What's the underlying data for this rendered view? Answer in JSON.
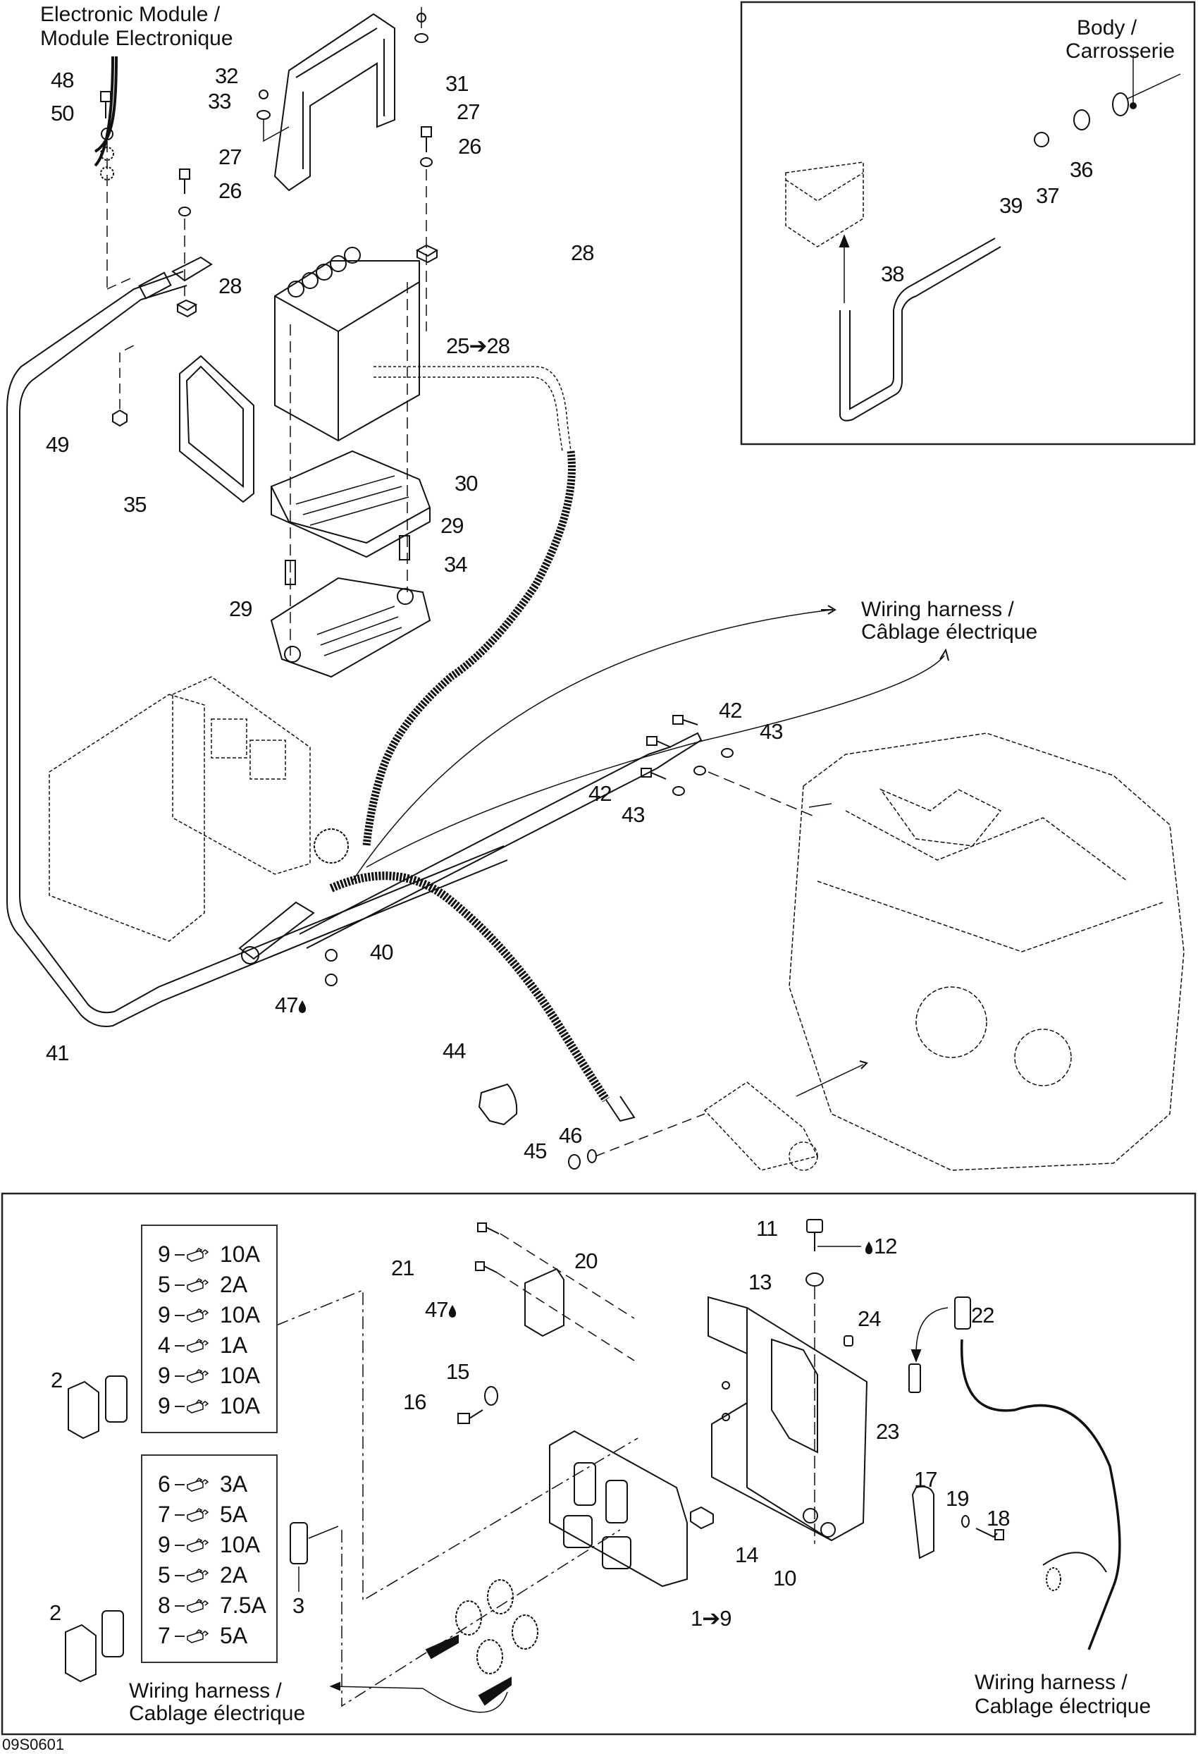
{
  "diagram": {
    "figure_code": "09S0601",
    "line_color": "#111111",
    "background": "#ffffff",
    "captions": {
      "electronic_module_en": "Electronic Module /",
      "electronic_module_fr": "Module Electronique",
      "body_en": "Body /",
      "body_fr": "Carrosserie",
      "harness_top_en": "Wiring harness /",
      "harness_top_fr": "Câblage électrique",
      "harness_bl_en": "Wiring harness /",
      "harness_bl_fr": "Cablage électrique",
      "harness_br_en": "Wiring harness /",
      "harness_br_fr": "Cablage électrique"
    },
    "top_callouts": {
      "c48": "48",
      "c50": "50",
      "c32": "32",
      "c33": "33",
      "c31": "31",
      "c27a": "27",
      "c26a": "26",
      "c27b": "27",
      "c26b": "26",
      "c28a": "28",
      "c28b": "28",
      "c25_28": "25➔28",
      "c49": "49",
      "c35": "35",
      "c30": "30",
      "c29a": "29",
      "c34": "34",
      "c29b": "29",
      "c36": "36",
      "c37": "37",
      "c39": "39",
      "c38": "38",
      "c42a": "42",
      "c43a": "43",
      "c42b": "42",
      "c43b": "43",
      "c40": "40",
      "c47a": "47",
      "c41": "41",
      "c44": "44",
      "c46": "46",
      "c45": "45"
    },
    "bottom_callouts": {
      "c2a": "2",
      "c2b": "2",
      "c3": "3",
      "c21": "21",
      "c20": "20",
      "c47b": "47",
      "c15": "15",
      "c16": "16",
      "c11": "11",
      "c12": "12",
      "c13": "13",
      "c24": "24",
      "c22": "22",
      "c23": "23",
      "c17": "17",
      "c19": "19",
      "c18": "18",
      "c14": "14",
      "c10": "10",
      "c1_9": "1➔9"
    },
    "fuse_table_1": [
      {
        "item": "9",
        "rating": "10A"
      },
      {
        "item": "5",
        "rating": "2A"
      },
      {
        "item": "9",
        "rating": "10A"
      },
      {
        "item": "4",
        "rating": "1A"
      },
      {
        "item": "9",
        "rating": "10A"
      },
      {
        "item": "9",
        "rating": "10A"
      }
    ],
    "fuse_table_2": [
      {
        "item": "6",
        "rating": "3A"
      },
      {
        "item": "7",
        "rating": "5A"
      },
      {
        "item": "9",
        "rating": "10A"
      },
      {
        "item": "5",
        "rating": "2A"
      },
      {
        "item": "8",
        "rating": "7.5A"
      },
      {
        "item": "7",
        "rating": "5A"
      }
    ],
    "icons": {
      "loctite": "drop-icon",
      "fuse": "blade-fuse-icon",
      "range_arrow": "arrow-right"
    }
  }
}
